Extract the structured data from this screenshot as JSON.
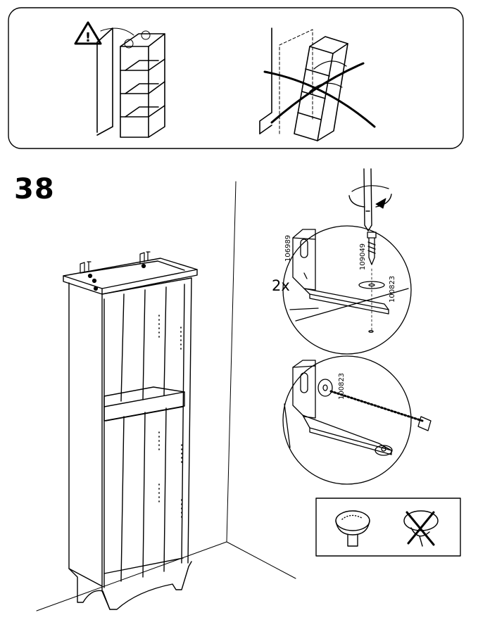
{
  "step": {
    "number": "38"
  },
  "hardware": {
    "quantity": "2x",
    "part_numbers": {
      "bracket": "106989",
      "screw": "109049",
      "washer_top": "100823",
      "washer_bottom": "100823"
    }
  },
  "icons": {
    "warning": "warning-triangle-icon",
    "screwdriver": "screwdriver-icon",
    "wrong": "cross-out-icon"
  }
}
